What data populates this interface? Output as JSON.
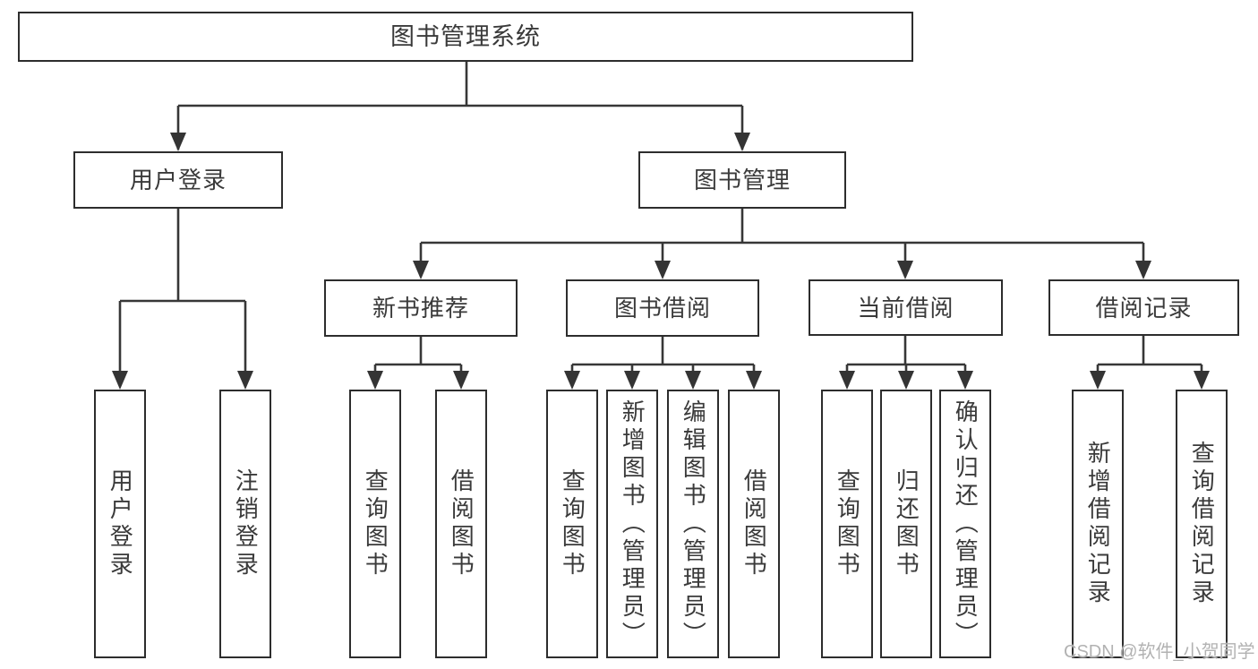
{
  "diagram": {
    "title": "图书管理系统",
    "level2": {
      "user_login": "用户登录",
      "book_mgmt": "图书管理"
    },
    "level3": {
      "new_books": "新书推荐",
      "book_borrow": "图书借阅",
      "current_borrow": "当前借阅",
      "borrow_records": "借阅记录"
    },
    "leaves": {
      "user_login": [
        "用户登录",
        "注销登录"
      ],
      "new_books": [
        "查询图书",
        "借阅图书"
      ],
      "book_borrow": [
        "查询图书",
        "新增图书（管理员）",
        "编辑图书（管理员）",
        "借阅图书"
      ],
      "current_borrow": [
        "查询图书",
        "归还图书",
        "确认归还（管理员）"
      ],
      "borrow_records": [
        "新增借阅记录",
        "查询借阅记录"
      ]
    },
    "colors": {
      "background": "#ffffff",
      "box_border": "#2d2d2d",
      "line": "#373737",
      "text": "#3a3a3a",
      "watermark": "#b2b2b2"
    }
  },
  "watermark": {
    "text": "CSDN @软件_小贺同学"
  }
}
